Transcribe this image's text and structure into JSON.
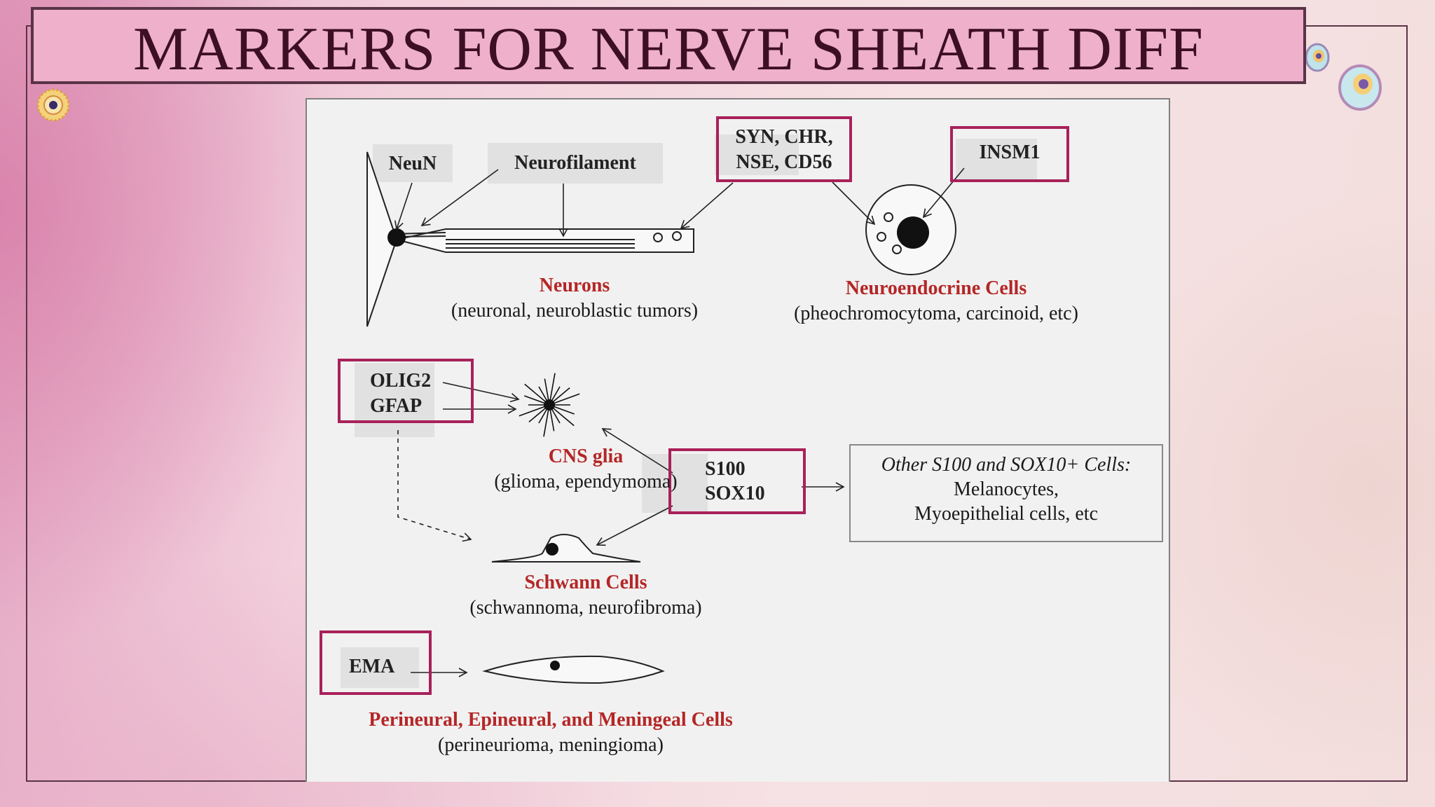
{
  "slide": {
    "title": "MARKERS FOR NERVE SHEATH DIFF"
  },
  "colors": {
    "title_bar": "#eeb0cb",
    "border": "#5a3446",
    "marker_box_border": "#a8215a",
    "cell_name_text": "#b52626"
  },
  "diagram": {
    "markers": {
      "neun": "NeuN",
      "neurofilament": "Neurofilament",
      "syn_line1": "SYN, CHR,",
      "syn_line2": "NSE, CD56",
      "insm1": "INSM1",
      "olig2": "OLIG2",
      "gfap": "GFAP",
      "s100": "S100",
      "sox10": "SOX10",
      "ema": "EMA"
    },
    "cells": {
      "neurons": {
        "name": "Neurons",
        "tumors": "(neuronal, neuroblastic tumors)"
      },
      "neuroendocrine": {
        "name": "Neuroendocrine Cells",
        "tumors": "(pheochromocytoma, carcinoid, etc)"
      },
      "cns_glia": {
        "name": "CNS glia",
        "tumors": "(glioma, ependymoma)"
      },
      "schwann": {
        "name": "Schwann Cells",
        "tumors": "(schwannoma, neurofibroma)"
      },
      "perineural": {
        "name": "Perineural, Epineural, and Meningeal Cells",
        "tumors": "(perineurioma, meningioma)"
      }
    },
    "other_cells": {
      "heading": "Other S100 and SOX10+ Cells:",
      "line1": "Melanocytes,",
      "line2": "Myoepithelial cells, etc"
    }
  }
}
